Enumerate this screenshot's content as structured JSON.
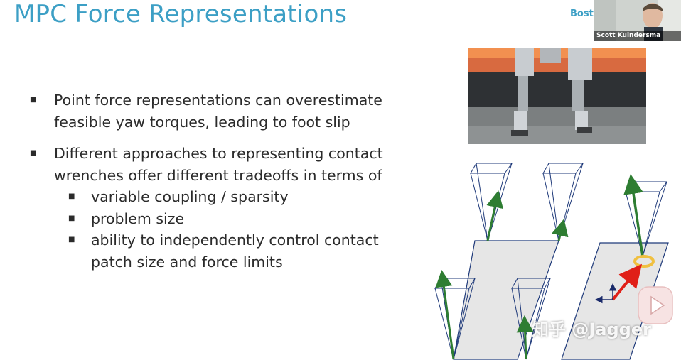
{
  "slide": {
    "title": "MPC Force Representations",
    "logo_text": "Bosto"
  },
  "webcam": {
    "name": "Scott Kuindersma"
  },
  "bullets": [
    {
      "text": "Point force representations can overestimate feasible yaw torques, leading to foot slip",
      "sub": []
    },
    {
      "text": "Different approaches to representing contact wrenches offer different tradeoffs in terms of",
      "sub": [
        "variable coupling / sparsity",
        "problem size",
        "ability to independently control contact patch size and force limits"
      ]
    }
  ],
  "watermark": "知乎 @Jagger",
  "colors": {
    "title": "#3c9fc5",
    "body_text": "#2b2b2b",
    "force_arrow": "#2e7d32",
    "torque_arrow": "#e02018",
    "torque_ring": "#f0c040",
    "axis_arrow": "#1a2a6a",
    "cone_edge": "#1f3a7a",
    "patch_fill": "#e6e6e6"
  }
}
